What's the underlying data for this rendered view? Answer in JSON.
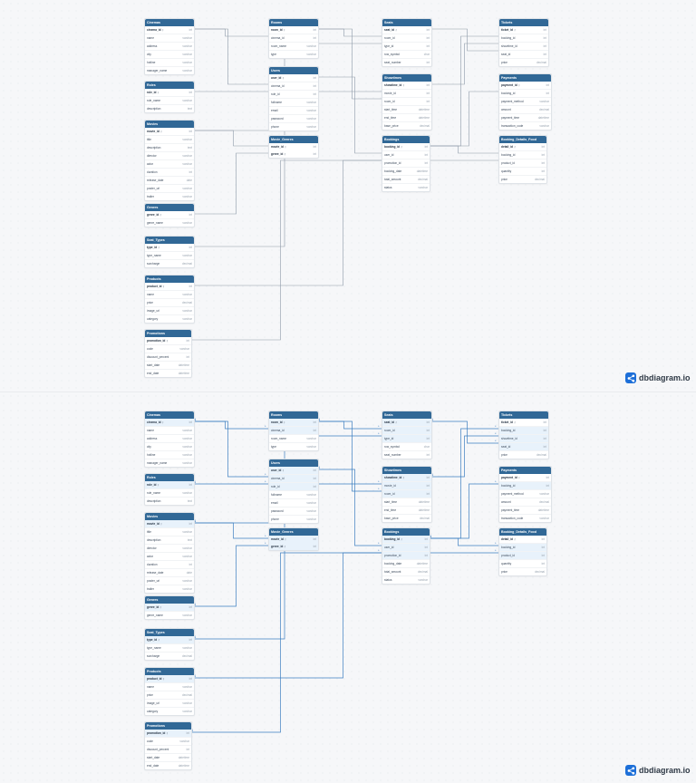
{
  "brand": {
    "name": "dbdiagram.io"
  },
  "tables": [
    {
      "id": "cinemas",
      "name": "Cinemas",
      "fields": [
        {
          "name": "cinema_id",
          "type": "int",
          "pk": true
        },
        {
          "name": "name",
          "type": "varchar"
        },
        {
          "name": "address",
          "type": "varchar"
        },
        {
          "name": "city",
          "type": "varchar"
        },
        {
          "name": "hotline",
          "type": "varchar"
        },
        {
          "name": "manager_name",
          "type": "varchar"
        }
      ]
    },
    {
      "id": "roles",
      "name": "Roles",
      "fields": [
        {
          "name": "role_id",
          "type": "int",
          "pk": true
        },
        {
          "name": "role_name",
          "type": "varchar"
        },
        {
          "name": "description",
          "type": "text"
        }
      ]
    },
    {
      "id": "movies",
      "name": "Movies",
      "fields": [
        {
          "name": "movie_id",
          "type": "int",
          "pk": true
        },
        {
          "name": "title",
          "type": "varchar"
        },
        {
          "name": "description",
          "type": "text"
        },
        {
          "name": "director",
          "type": "varchar"
        },
        {
          "name": "actor",
          "type": "varchar"
        },
        {
          "name": "duration",
          "type": "int"
        },
        {
          "name": "release_date",
          "type": "date"
        },
        {
          "name": "poster_url",
          "type": "varchar"
        },
        {
          "name": "trailer",
          "type": "varchar"
        }
      ]
    },
    {
      "id": "genres",
      "name": "Genres",
      "fields": [
        {
          "name": "genre_id",
          "type": "int",
          "pk": true
        },
        {
          "name": "genre_name",
          "type": "varchar"
        }
      ]
    },
    {
      "id": "seat_types",
      "name": "Seat_Types",
      "fields": [
        {
          "name": "type_id",
          "type": "int",
          "pk": true
        },
        {
          "name": "type_name",
          "type": "varchar"
        },
        {
          "name": "surcharge",
          "type": "decimal"
        }
      ]
    },
    {
      "id": "products",
      "name": "Products",
      "fields": [
        {
          "name": "product_id",
          "type": "int",
          "pk": true
        },
        {
          "name": "name",
          "type": "varchar"
        },
        {
          "name": "price",
          "type": "decimal"
        },
        {
          "name": "image_url",
          "type": "varchar"
        },
        {
          "name": "category",
          "type": "varchar"
        }
      ]
    },
    {
      "id": "promotions",
      "name": "Promotions",
      "fields": [
        {
          "name": "promotion_id",
          "type": "int",
          "pk": true
        },
        {
          "name": "code",
          "type": "varchar"
        },
        {
          "name": "discount_percent",
          "type": "int"
        },
        {
          "name": "start_date",
          "type": "datetime"
        },
        {
          "name": "end_date",
          "type": "datetime"
        }
      ]
    },
    {
      "id": "rooms",
      "name": "Rooms",
      "fields": [
        {
          "name": "room_id",
          "type": "int",
          "pk": true
        },
        {
          "name": "cinema_id",
          "type": "int"
        },
        {
          "name": "room_name",
          "type": "varchar"
        },
        {
          "name": "type",
          "type": "varchar"
        }
      ]
    },
    {
      "id": "users",
      "name": "Users",
      "fields": [
        {
          "name": "user_id",
          "type": "int",
          "pk": true
        },
        {
          "name": "cinema_id",
          "type": "int"
        },
        {
          "name": "role_id",
          "type": "int"
        },
        {
          "name": "fullname",
          "type": "varchar"
        },
        {
          "name": "email",
          "type": "varchar"
        },
        {
          "name": "password",
          "type": "varchar"
        },
        {
          "name": "phone",
          "type": "varchar"
        }
      ]
    },
    {
      "id": "movie_genres",
      "name": "Movie_Genres",
      "fields": [
        {
          "name": "movie_id",
          "type": "int",
          "pk": true
        },
        {
          "name": "genre_id",
          "type": "int",
          "pk": true
        }
      ]
    },
    {
      "id": "seats",
      "name": "Seats",
      "fields": [
        {
          "name": "seat_id",
          "type": "int",
          "pk": true
        },
        {
          "name": "room_id",
          "type": "int"
        },
        {
          "name": "type_id",
          "type": "int"
        },
        {
          "name": "row_symbol",
          "type": "char"
        },
        {
          "name": "seat_number",
          "type": "int"
        }
      ]
    },
    {
      "id": "showtimes",
      "name": "Showtimes",
      "fields": [
        {
          "name": "showtime_id",
          "type": "int",
          "pk": true
        },
        {
          "name": "movie_id",
          "type": "int"
        },
        {
          "name": "room_id",
          "type": "int"
        },
        {
          "name": "start_time",
          "type": "datetime"
        },
        {
          "name": "end_time",
          "type": "datetime"
        },
        {
          "name": "base_price",
          "type": "decimal"
        }
      ]
    },
    {
      "id": "bookings",
      "name": "Bookings",
      "fields": [
        {
          "name": "booking_id",
          "type": "int",
          "pk": true
        },
        {
          "name": "user_id",
          "type": "int"
        },
        {
          "name": "promotion_id",
          "type": "int"
        },
        {
          "name": "booking_date",
          "type": "datetime"
        },
        {
          "name": "total_amount",
          "type": "decimal"
        },
        {
          "name": "status",
          "type": "varchar"
        }
      ]
    },
    {
      "id": "tickets",
      "name": "Tickets",
      "fields": [
        {
          "name": "ticket_id",
          "type": "int",
          "pk": true
        },
        {
          "name": "booking_id",
          "type": "int"
        },
        {
          "name": "showtime_id",
          "type": "int"
        },
        {
          "name": "seat_id",
          "type": "int"
        },
        {
          "name": "price",
          "type": "decimal"
        }
      ]
    },
    {
      "id": "payments",
      "name": "Payments",
      "fields": [
        {
          "name": "payment_id",
          "type": "int",
          "pk": true
        },
        {
          "name": "booking_id",
          "type": "int"
        },
        {
          "name": "payment_method",
          "type": "varchar"
        },
        {
          "name": "amount",
          "type": "decimal"
        },
        {
          "name": "payment_time",
          "type": "datetime"
        },
        {
          "name": "transaction_code",
          "type": "varchar"
        }
      ]
    },
    {
      "id": "booking_details_food",
      "name": "Booking_Details_Food",
      "fields": [
        {
          "name": "detail_id",
          "type": "int",
          "pk": true
        },
        {
          "name": "booking_id",
          "type": "int"
        },
        {
          "name": "product_id",
          "type": "int"
        },
        {
          "name": "quantity",
          "type": "int"
        },
        {
          "name": "price",
          "type": "decimal"
        }
      ]
    }
  ],
  "relationships": [
    {
      "from": "rooms.cinema_id",
      "to": "cinemas.cinema_id"
    },
    {
      "from": "users.cinema_id",
      "to": "cinemas.cinema_id"
    },
    {
      "from": "users.role_id",
      "to": "roles.role_id"
    },
    {
      "from": "movie_genres.movie_id",
      "to": "movies.movie_id"
    },
    {
      "from": "movie_genres.genre_id",
      "to": "genres.genre_id"
    },
    {
      "from": "seats.room_id",
      "to": "rooms.room_id"
    },
    {
      "from": "seats.type_id",
      "to": "seat_types.type_id"
    },
    {
      "from": "showtimes.movie_id",
      "to": "movies.movie_id"
    },
    {
      "from": "showtimes.room_id",
      "to": "rooms.room_id"
    },
    {
      "from": "bookings.user_id",
      "to": "users.user_id"
    },
    {
      "from": "bookings.promotion_id",
      "to": "promotions.promotion_id"
    },
    {
      "from": "tickets.booking_id",
      "to": "bookings.booking_id"
    },
    {
      "from": "tickets.showtime_id",
      "to": "showtimes.showtime_id"
    },
    {
      "from": "tickets.seat_id",
      "to": "seats.seat_id"
    },
    {
      "from": "payments.booking_id",
      "to": "bookings.booking_id"
    },
    {
      "from": "booking_details_food.booking_id",
      "to": "bookings.booking_id"
    },
    {
      "from": "booking_details_food.product_id",
      "to": "products.product_id"
    }
  ]
}
